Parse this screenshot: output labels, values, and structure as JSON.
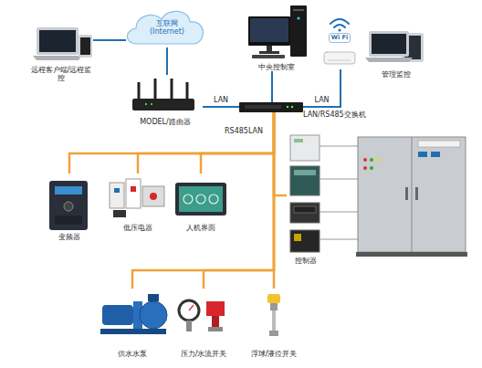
{
  "diagram": {
    "nodes": [
      {
        "text": [
          "远程客户端/远程监控"
        ]
      },
      {
        "text": [
          "互联网",
          "(Internet)"
        ]
      },
      {
        "text": [
          "中央控制室"
        ]
      },
      {
        "text": [
          "Wi Fi"
        ]
      },
      {
        "text": [
          "管理监控"
        ]
      },
      {
        "text": [
          "MODEL/路由器"
        ]
      },
      {
        "text": [
          "LAN/RS485交换机"
        ]
      },
      {
        "text": [
          "变频器"
        ]
      },
      {
        "text": [
          "低压电器"
        ]
      },
      {
        "text": [
          "人机界面"
        ]
      },
      {
        "text": [
          "控制器"
        ]
      },
      {
        "text": [
          "供水水泵"
        ]
      },
      {
        "text": [
          "压力/水流开关"
        ]
      },
      {
        "text": [
          "浮球/液位开关"
        ]
      }
    ],
    "edges": [
      {
        "from": 0,
        "to": 1,
        "arrow": "none"
      },
      {
        "from": 1,
        "to": 5,
        "arrow": "none"
      },
      {
        "from": 2,
        "to": 6,
        "arrow": "none"
      },
      {
        "from": 5,
        "to": 6,
        "label": "LAN",
        "arrow": "none"
      },
      {
        "from": 6,
        "to": 3,
        "label": "LAN",
        "arrow": "none"
      },
      {
        "from": 6,
        "to": 7,
        "arrow": "none"
      },
      {
        "from": 6,
        "to": 8,
        "arrow": "none"
      },
      {
        "from": 6,
        "to": 9,
        "arrow": "none"
      },
      {
        "from": 6,
        "to": 10,
        "arrow": "none"
      },
      {
        "from": 6,
        "to": 11,
        "arrow": "none"
      },
      {
        "from": 6,
        "to": 12,
        "arrow": "none"
      },
      {
        "from": 6,
        "to": 13,
        "arrow": "none"
      }
    ],
    "labels": [
      "RS485LAN"
    ]
  }
}
